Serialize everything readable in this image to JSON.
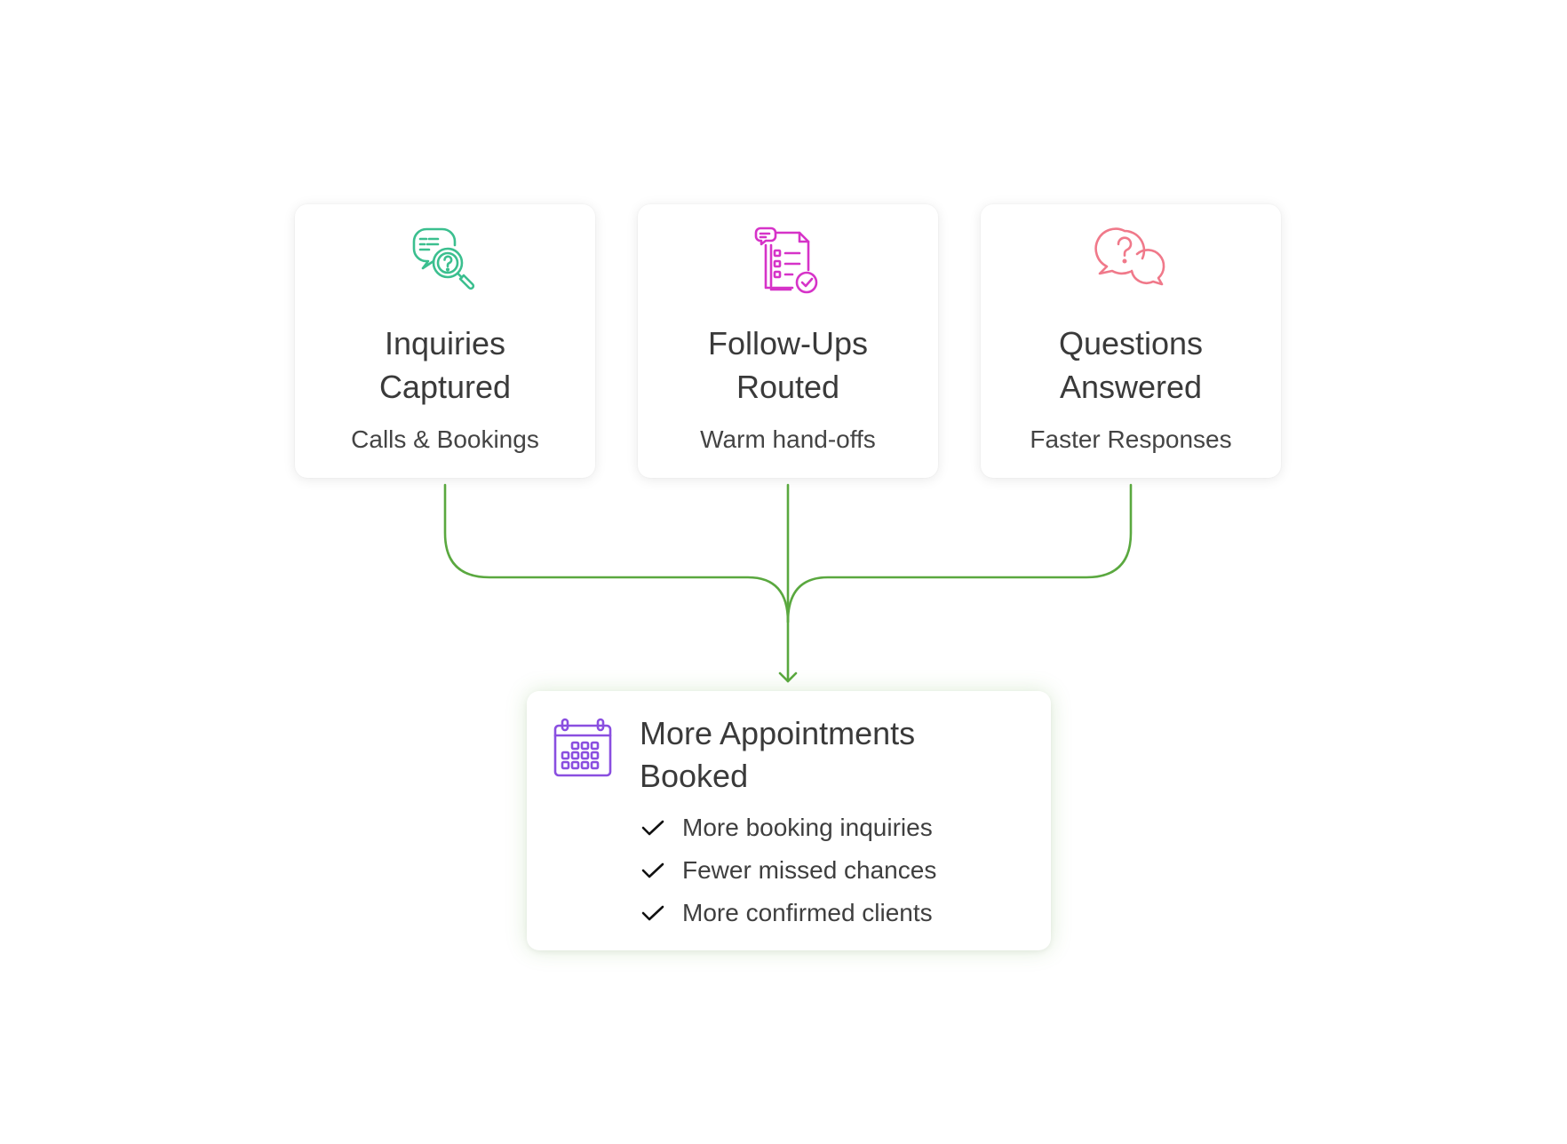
{
  "cards": [
    {
      "icon": "chat-search-icon",
      "title": "Inquiries\nCaptured",
      "subtitle": "Calls & Bookings",
      "color": "#3bbf8f"
    },
    {
      "icon": "checklist-document-icon",
      "title": "Follow-Ups\nRouted",
      "subtitle": "Warm hand-offs",
      "color": "#d633c8"
    },
    {
      "icon": "question-chat-bubbles-icon",
      "title": "Questions\nAnswered",
      "subtitle": "Faster Responses",
      "color": "#f0798a"
    }
  ],
  "connector_color": "#5aa83f",
  "result": {
    "icon": "calendar-icon",
    "icon_color": "#8a4fe0",
    "title": "More Appointments Booked",
    "items": [
      "More booking inquiries",
      "Fewer missed chances",
      "More confirmed clients"
    ],
    "check_icon": "checkmark-icon"
  }
}
